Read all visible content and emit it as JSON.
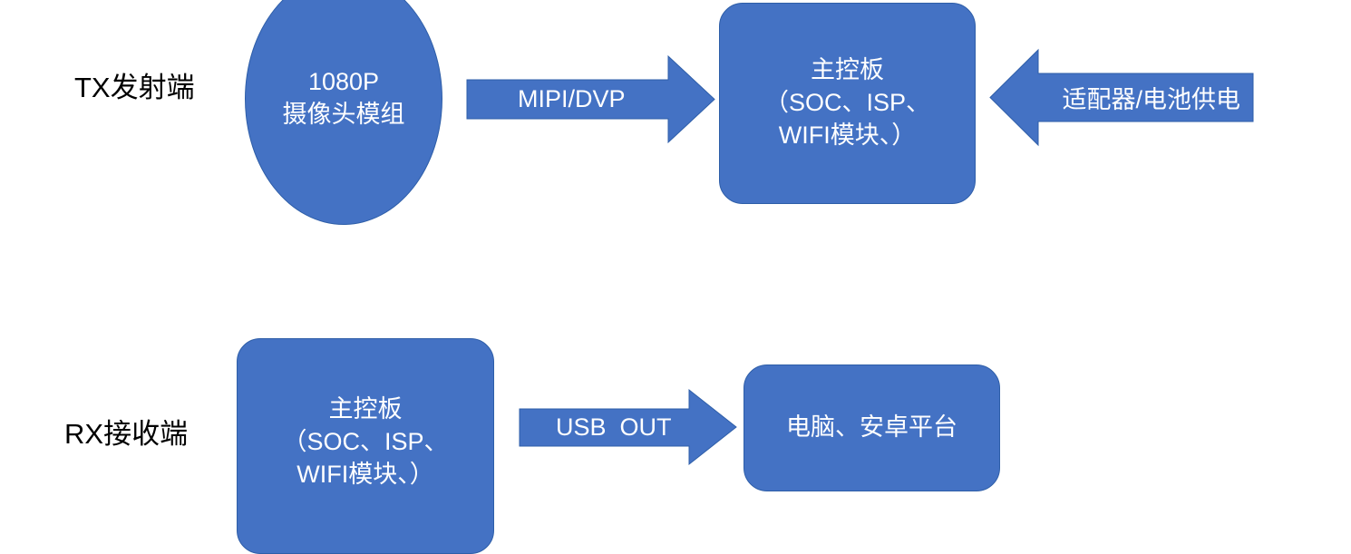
{
  "diagram": {
    "title": "TX/RX wireless camera system block diagram",
    "background": "#ffffff",
    "accent_fill": "#4472C4",
    "accent_stroke": "#2E5EA8",
    "text_on_shape": "#FFFFFF",
    "label_color": "#000000"
  },
  "tx_row": {
    "label": "TX发射端",
    "camera_node": "1080P\n摄像头模组",
    "link_arrow": "MIPI/DVP",
    "board_node": "主控板\n（SOC、ISP、\nWIFI模块、）",
    "power_arrow": "适配器/电池供电"
  },
  "rx_row": {
    "label": "RX接收端",
    "board_node": "主控板\n（SOC、ISP、\nWIFI模块、）",
    "link_arrow": "USB  OUT",
    "host_node": "电脑、安卓平台"
  }
}
